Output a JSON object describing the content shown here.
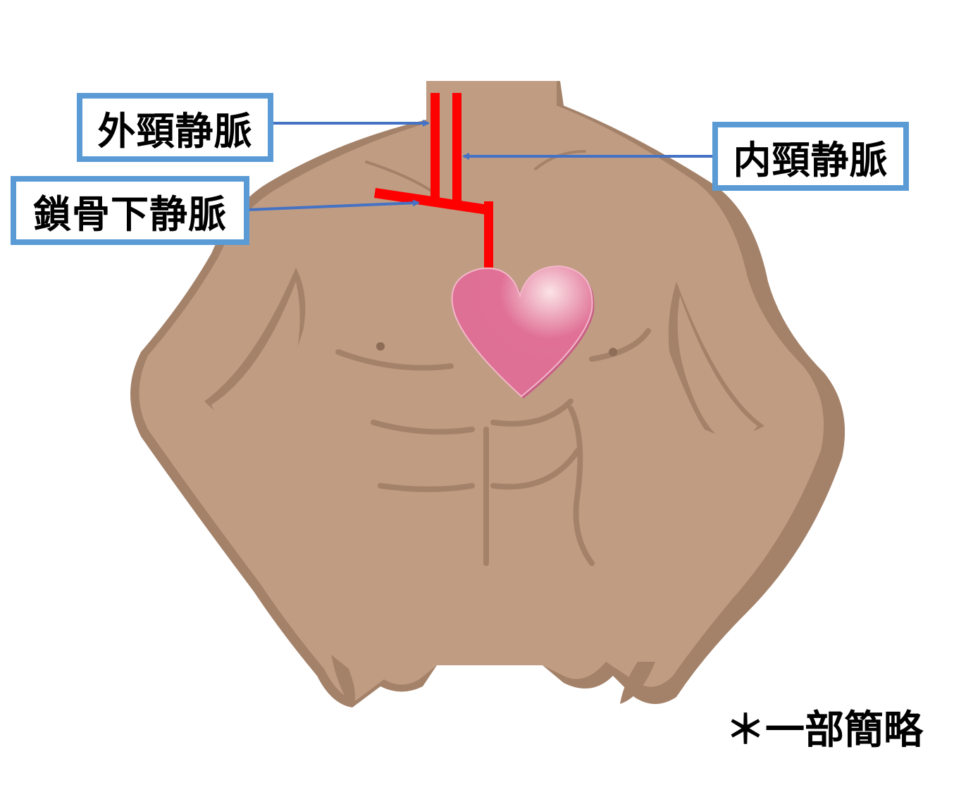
{
  "labels": {
    "external_jugular": "外頸静脈",
    "internal_jugular": "内頸静脈",
    "subclavian": "鎖骨下静脈"
  },
  "note": "＊一部簡略",
  "colors": {
    "skin": "#c09c83",
    "skin_shadow": "#a4826a",
    "vein": "#ff0000",
    "arrow": "#4472c4",
    "label_border": "#5b9bd5",
    "heart": "#e07096"
  }
}
